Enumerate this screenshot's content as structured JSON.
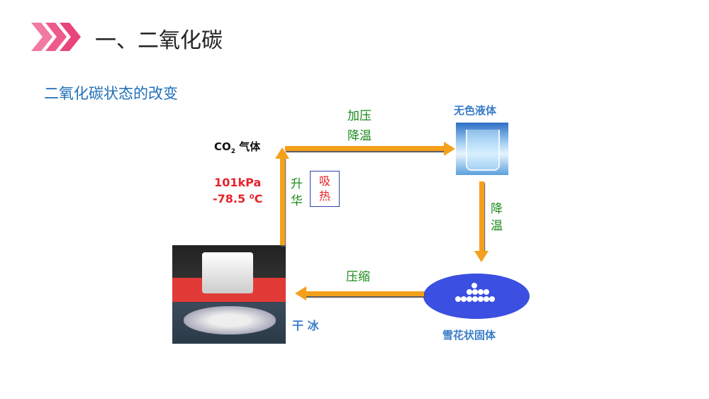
{
  "header": {
    "title": "一、二氧化碳",
    "chevron_color": "#ee5a8c"
  },
  "subtitle": "二氧化碳状态的改变",
  "diagram": {
    "gas_label": "CO",
    "gas_sub": "2",
    "gas_suffix": " 气体",
    "top_arrow": [
      "加压",
      "降温"
    ],
    "liquid_label": "无色液体",
    "right_arrow": [
      "降",
      "温"
    ],
    "solid_label": "雪花状固体",
    "bottom_arrow": "压缩",
    "dry_ice_label": "干 冰",
    "left_arrow": [
      "升",
      "华"
    ],
    "heat_box": [
      "吸",
      "热"
    ],
    "conditions": [
      "101kPa",
      "-78.5 ⁰C"
    ]
  },
  "colors": {
    "arrow": "#f5a01a",
    "ellipse": "#3b4fe0"
  }
}
